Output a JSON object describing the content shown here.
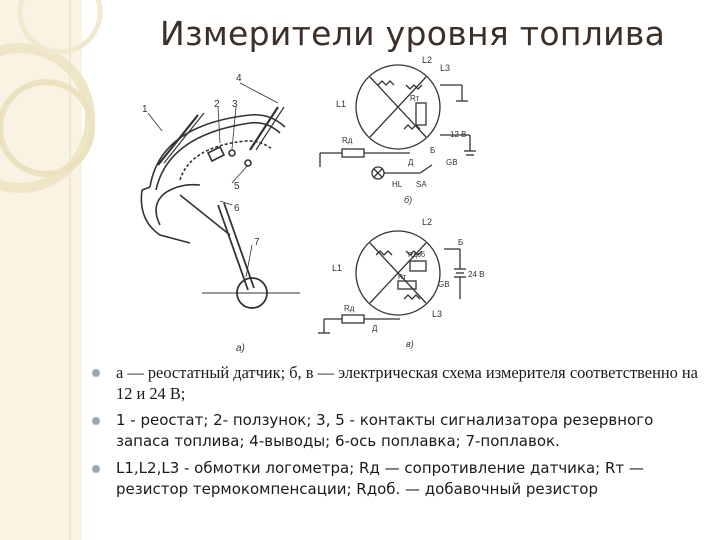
{
  "slide": {
    "title": "Измерители уровня топлива"
  },
  "figure": {
    "panel_a_label": "а)",
    "panel_b_label": "б)",
    "panel_v_label": "в)",
    "sensor_numbers": [
      "1",
      "2",
      "3",
      "4",
      "5",
      "6",
      "7"
    ],
    "schema_b_labels": {
      "L1": "L1",
      "L2": "L2",
      "L3": "L3",
      "Rt": "Rт",
      "Rd": "Rд",
      "B": "Б",
      "D": "Д",
      "HL": "HL",
      "SA": "SA",
      "GB": "GB",
      "voltage": "12 В"
    },
    "schema_v_labels": {
      "L1": "L1",
      "L2": "L2",
      "L3": "L3",
      "Rdob": "Rдоб",
      "Rt": "Rт",
      "Rd": "Rд",
      "B": "Б",
      "D": "Д",
      "GB": "GB",
      "voltage": "24 В"
    }
  },
  "bullets": [
    {
      "text": "а — реостатный датчик; б, в — электрическая схема измерителя соответственно на 12 и 24 В;"
    },
    {
      "text": " 1 - реостат; 2- ползунок; 3, 5 -  контакты сигнализатора резервного запаса топлива; 4-выводы; 6-ось поплавка; 7-поплавок."
    },
    {
      "text": "L1,L2,L3 - обмотки логометра; Rд — сопротивление датчика; Rт — резистор термокомпенсации; Rдоб. — добавочный резистор"
    }
  ],
  "colors": {
    "title": "#3b2f28",
    "bullet": "#9aa7b0",
    "decoration": "#efe6c8"
  }
}
